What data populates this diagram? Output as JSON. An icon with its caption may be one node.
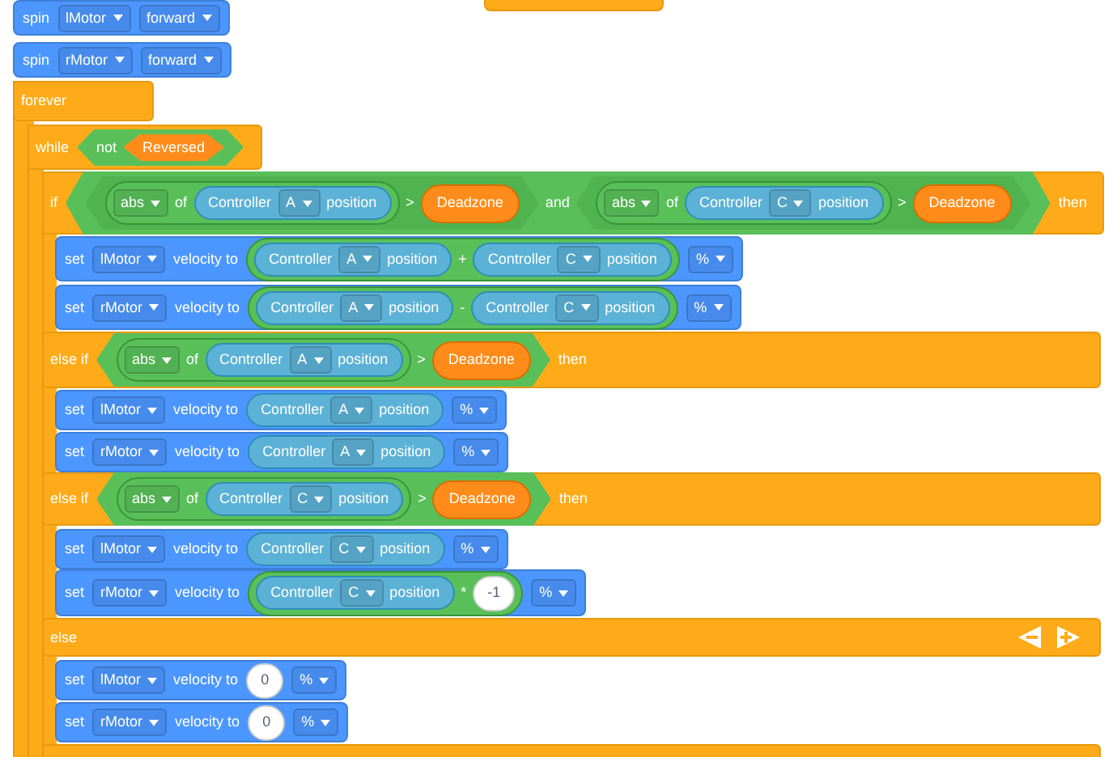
{
  "diagram": {
    "nodes": [
      {
        "text": [
          "spin",
          "lMotor",
          "forward"
        ]
      },
      {
        "text": [
          "spin",
          "rMotor",
          "forward"
        ]
      },
      {
        "text": [
          "forever"
        ]
      },
      {
        "text": [
          "while"
        ]
      },
      {
        "text": [
          "not"
        ],
        "in": 3
      },
      {
        "text": [
          "Reversed"
        ],
        "in": 4
      },
      {
        "text": [
          "if",
          "then",
          "else if",
          "then",
          "else if",
          "then",
          "else"
        ]
      },
      {
        "text": [
          "and"
        ],
        "in": 6
      },
      {
        "text": [
          ">"
        ],
        "in": 7
      },
      {
        "text": [
          "abs",
          "of"
        ],
        "in": 8
      },
      {
        "text": [
          "Controller",
          "A",
          "position"
        ],
        "in": 9
      },
      {
        "text": [
          "Deadzone"
        ],
        "in": 8
      },
      {
        "text": [
          ">"
        ],
        "in": 7
      },
      {
        "text": [
          "abs",
          "of"
        ],
        "in": 12
      },
      {
        "text": [
          "Controller",
          "C",
          "position"
        ],
        "in": 13
      },
      {
        "text": [
          "Deadzone"
        ],
        "in": 12
      },
      {
        "text": [
          "set",
          "lMotor",
          "velocity to",
          "%"
        ],
        "in": 6
      },
      {
        "text": [
          "+"
        ],
        "in": 16
      },
      {
        "text": [
          "Controller",
          "A",
          "position"
        ],
        "in": 17
      },
      {
        "text": [
          "Controller",
          "C",
          "position"
        ],
        "in": 17
      },
      {
        "text": [
          "set",
          "rMotor",
          "velocity to",
          "%"
        ],
        "in": 6
      },
      {
        "text": [
          "-"
        ],
        "in": 20
      },
      {
        "text": [
          "Controller",
          "A",
          "position"
        ],
        "in": 21
      },
      {
        "text": [
          "Controller",
          "C",
          "position"
        ],
        "in": 21
      },
      {
        "text": [
          ">"
        ],
        "in": 6
      },
      {
        "text": [
          "abs",
          "of"
        ],
        "in": 24
      },
      {
        "text": [
          "Controller",
          "A",
          "position"
        ],
        "in": 25
      },
      {
        "text": [
          "Deadzone"
        ],
        "in": 24
      },
      {
        "text": [
          "set",
          "lMotor",
          "velocity to",
          "%"
        ],
        "in": 6
      },
      {
        "text": [
          "Controller",
          "A",
          "position"
        ],
        "in": 28
      },
      {
        "text": [
          "set",
          "rMotor",
          "velocity to",
          "%"
        ],
        "in": 6
      },
      {
        "text": [
          "Controller",
          "A",
          "position"
        ],
        "in": 30
      },
      {
        "text": [
          ">"
        ],
        "in": 6
      },
      {
        "text": [
          "abs",
          "of"
        ],
        "in": 32
      },
      {
        "text": [
          "Controller",
          "C",
          "position"
        ],
        "in": 33
      },
      {
        "text": [
          "Deadzone"
        ],
        "in": 32
      },
      {
        "text": [
          "set",
          "lMotor",
          "velocity to",
          "%"
        ],
        "in": 6
      },
      {
        "text": [
          "Controller",
          "C",
          "position"
        ],
        "in": 36
      },
      {
        "text": [
          "set",
          "rMotor",
          "velocity to",
          "%"
        ],
        "in": 6
      },
      {
        "text": [
          "*"
        ],
        "in": 38
      },
      {
        "text": [
          "Controller",
          "C",
          "position"
        ],
        "in": 39
      },
      {
        "text": [
          "-1"
        ],
        "in": 39
      },
      {
        "text": [
          "set",
          "lMotor",
          "velocity to",
          "%"
        ],
        "in": 6
      },
      {
        "text": [
          "0"
        ],
        "in": 42
      },
      {
        "text": [
          "set",
          "rMotor",
          "velocity to",
          "%"
        ],
        "in": 6
      },
      {
        "text": [
          "0"
        ],
        "in": 44
      },
      {
        "text": [],
        "shape": "box"
      }
    ]
  }
}
